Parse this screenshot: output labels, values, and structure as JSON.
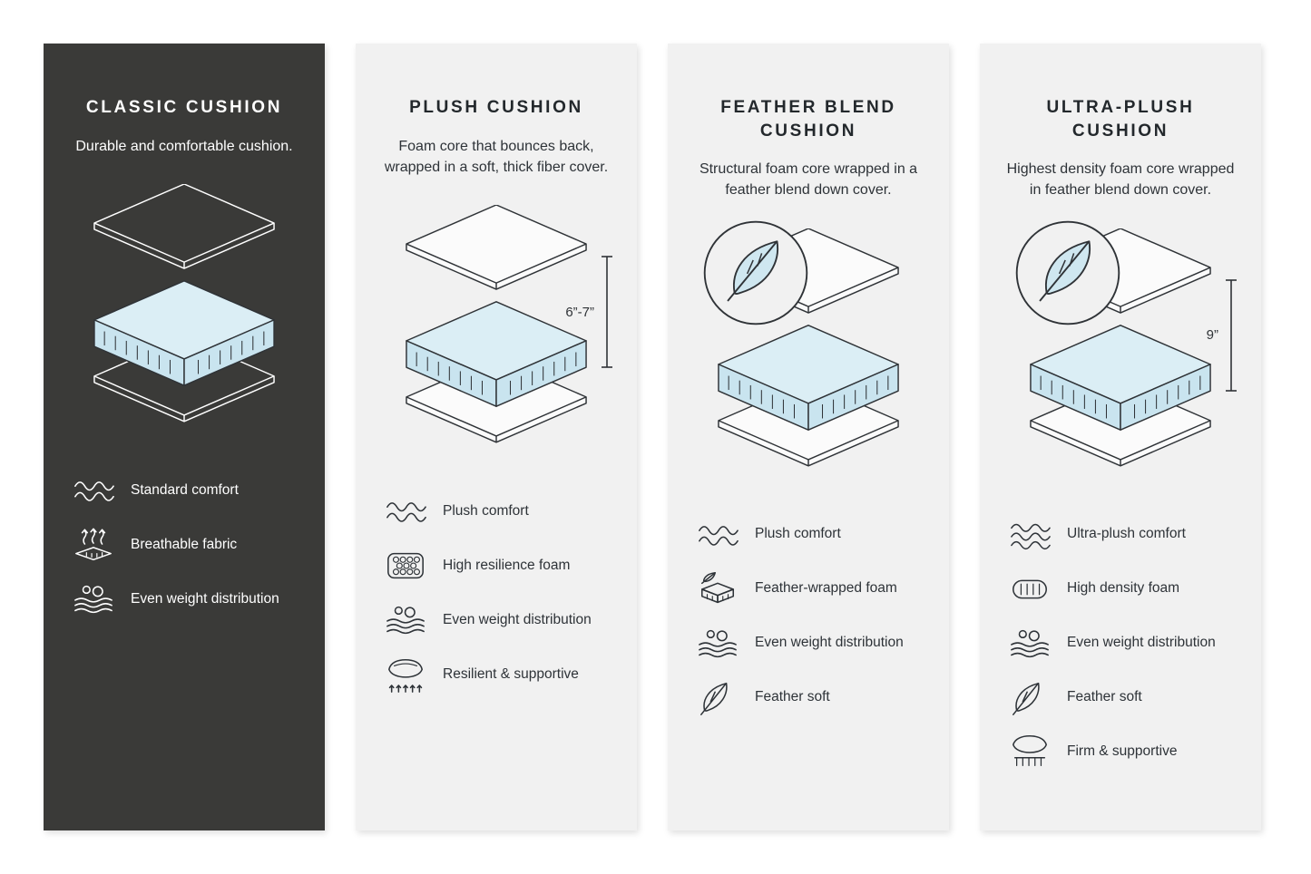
{
  "page": {
    "background": "#ffffff"
  },
  "colors": {
    "dark_panel_bg": "#3a3a38",
    "light_panel_bg": "#f1f1f1",
    "foam_top": "#dbeef5",
    "foam_side": "#c9e4ef",
    "outline_dark": "#2f3337",
    "outline_light": "#ffffff"
  },
  "panels": [
    {
      "id": "classic-cushion",
      "theme": "dark",
      "title": "CLASSIC CUSHION",
      "description": "Durable and comfortable cushion.",
      "features": [
        {
          "icon": "wave-icon",
          "label": "Standard comfort"
        },
        {
          "icon": "breathable-fabric-icon",
          "label": "Breathable fabric"
        },
        {
          "icon": "even-weight-icon",
          "label": "Even weight distribution"
        }
      ]
    },
    {
      "id": "plush-cushion",
      "theme": "light",
      "title": "PLUSH CUSHION",
      "description": "Foam core that bounces back, wrapped in a soft, thick fiber cover.",
      "height_label": "6”-7”",
      "features": [
        {
          "icon": "wave-icon",
          "label": "Plush comfort"
        },
        {
          "icon": "honeycomb-icon",
          "label": "High resilience foam"
        },
        {
          "icon": "even-weight-icon",
          "label": "Even weight distribution"
        },
        {
          "icon": "resilient-icon",
          "label": "Resilient & supportive"
        }
      ]
    },
    {
      "id": "feather-blend-cushion",
      "theme": "light",
      "title": "FEATHER BLEND CUSHION",
      "description": "Structural foam core wrapped in a feather blend down cover.",
      "features": [
        {
          "icon": "wave-icon",
          "label": "Plush comfort"
        },
        {
          "icon": "feather-wrapped-foam-icon",
          "label": "Feather-wrapped foam"
        },
        {
          "icon": "even-weight-icon",
          "label": "Even weight distribution"
        },
        {
          "icon": "feather-icon",
          "label": "Feather soft"
        }
      ]
    },
    {
      "id": "ultra-plush-cushion",
      "theme": "light",
      "title": "ULTRA-PLUSH CUSHION",
      "description": "Highest density foam core wrapped in feather blend down cover.",
      "height_label": "9”",
      "features": [
        {
          "icon": "wave-icon",
          "label": "Ultra-plush comfort"
        },
        {
          "icon": "high-density-foam-icon",
          "label": "High density foam"
        },
        {
          "icon": "even-weight-icon",
          "label": "Even weight distribution"
        },
        {
          "icon": "feather-icon",
          "label": "Feather soft"
        },
        {
          "icon": "firm-icon",
          "label": "Firm & supportive"
        }
      ]
    }
  ]
}
